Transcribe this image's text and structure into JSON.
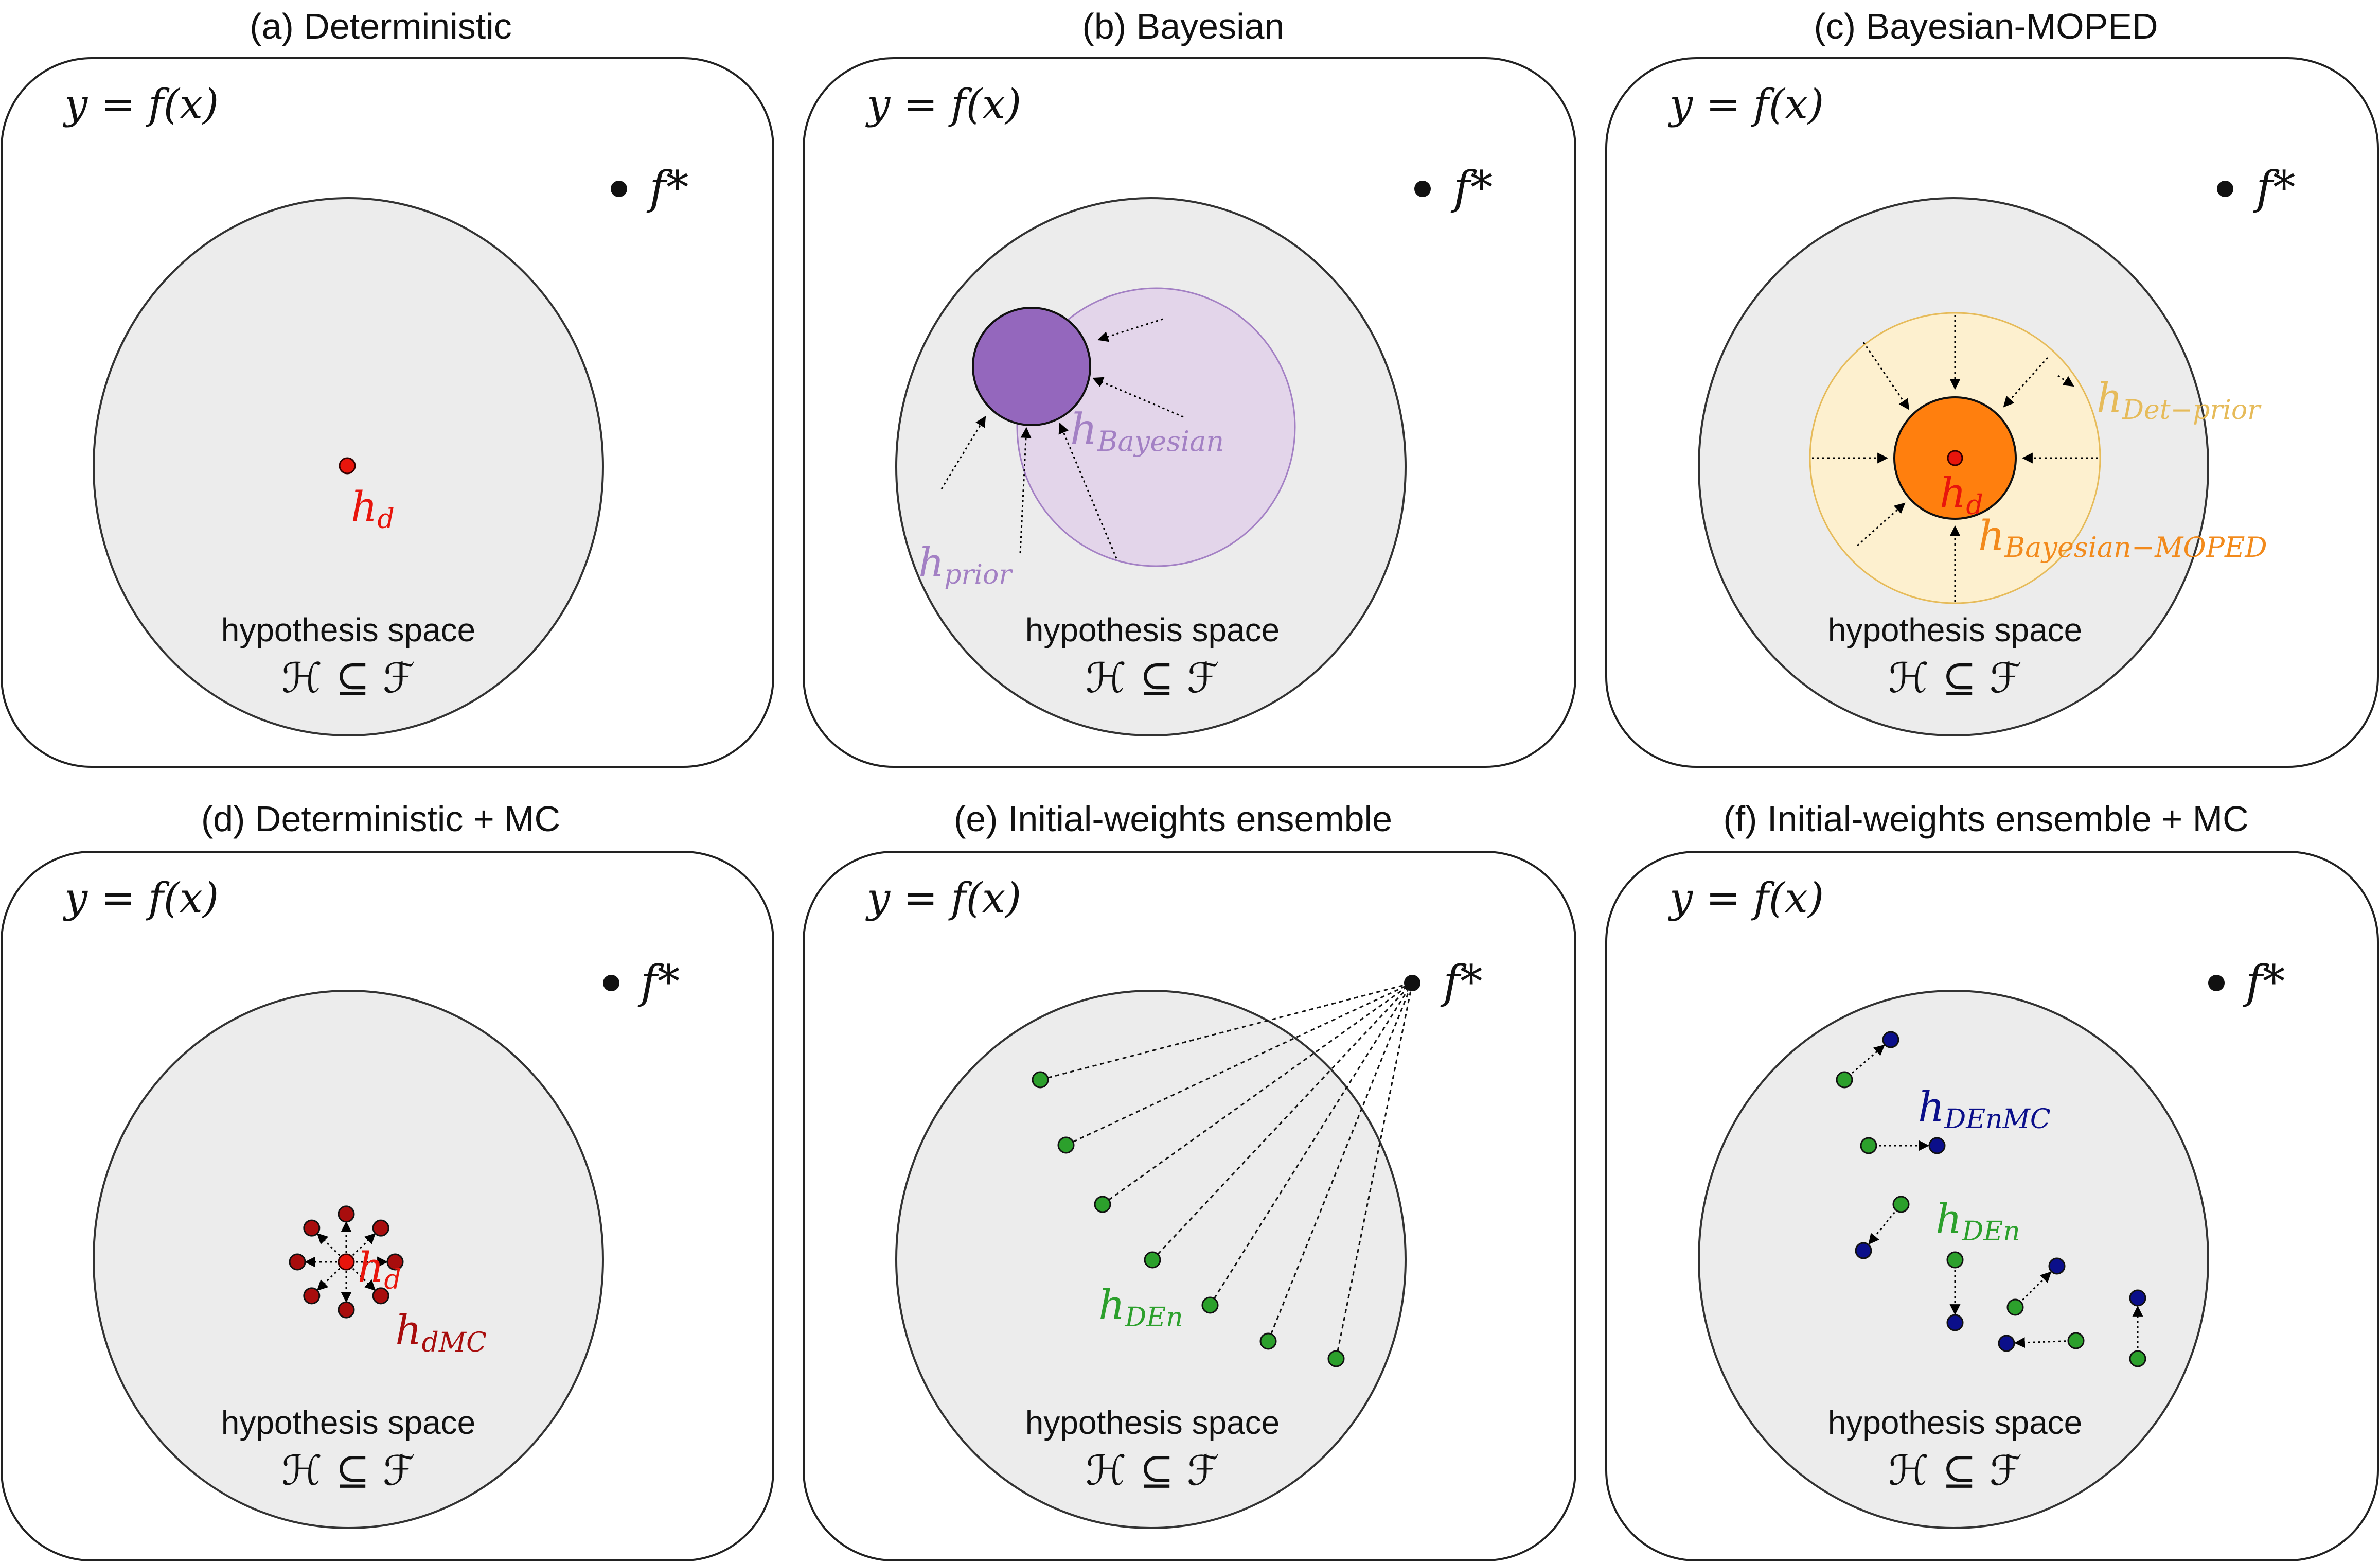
{
  "colors": {
    "det": "#e8150c",
    "detMC": "#a80d0d",
    "bayes_fill": "#9467bd",
    "bayes_text": "#a380c4",
    "prior_fill": "#e3d5ea",
    "moped_fill": "#ff7f0e",
    "moped_text": "#f28a1c",
    "detprior_fill": "#fdf0cf",
    "detprior_text": "#e6bb5a",
    "den": "#2ca02c",
    "denmc": "#0b0f8a",
    "space_fill": "#ececec"
  },
  "panels": [
    {
      "id": "a",
      "title": "(a) Deterministic",
      "eq": "y = f(x)",
      "target": "f*",
      "space_label": "hypothesis space",
      "space_set": "ℋ ⊆ ℱ",
      "labels": {
        "hd": "h",
        "hd_sub": "d"
      }
    },
    {
      "id": "b",
      "title": "(b) Bayesian",
      "eq": "y = f(x)",
      "target": "f*",
      "space_label": "hypothesis space",
      "space_set": "ℋ ⊆ ℱ",
      "labels": {
        "bayes": "h",
        "bayes_sub": "Bayesian",
        "prior": "h",
        "prior_sub": "prior"
      }
    },
    {
      "id": "c",
      "title": "(c) Bayesian-MOPED",
      "eq": "y = f(x)",
      "target": "f*",
      "space_label": "hypothesis space",
      "space_set": "ℋ ⊆ ℱ",
      "labels": {
        "detprior": "h",
        "detprior_sub": "Det−prior",
        "hd": "h",
        "hd_sub": "d",
        "moped": "h",
        "moped_sub": "Bayesian−MOPED"
      }
    },
    {
      "id": "d",
      "title": "(d) Deterministic + MC",
      "eq": "y = f(x)",
      "target": "f*",
      "space_label": "hypothesis space",
      "space_set": "ℋ ⊆ ℱ",
      "labels": {
        "hd": "h",
        "hd_sub": "d",
        "hdmc": "h",
        "hdmc_sub": "dMC"
      }
    },
    {
      "id": "e",
      "title": "(e) Initial-weights ensemble",
      "eq": "y = f(x)",
      "target": "f*",
      "space_label": "hypothesis space",
      "space_set": "ℋ ⊆ ℱ",
      "labels": {
        "den": "h",
        "den_sub": "DEn"
      }
    },
    {
      "id": "f",
      "title": "(f) Initial-weights ensemble + MC",
      "eq": "y = f(x)",
      "target": "f*",
      "space_label": "hypothesis space",
      "space_set": "ℋ ⊆ ℱ",
      "labels": {
        "denmc": "h",
        "denmc_sub": "DEnMC",
        "den": "h",
        "den_sub": "DEn"
      }
    }
  ]
}
